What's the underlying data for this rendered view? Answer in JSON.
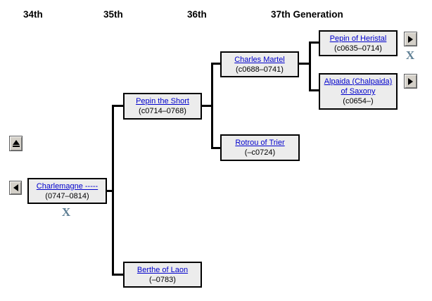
{
  "generation_headers": [
    {
      "label": "34th"
    },
    {
      "label": "35th"
    },
    {
      "label": "36th"
    },
    {
      "label": "37th Generation"
    }
  ],
  "people": [
    {
      "name": "Charlemagne -----",
      "dates": "(0747–0814)"
    },
    {
      "name": "Pepin the Short",
      "dates": "(c0714–0768)"
    },
    {
      "name": "Berthe of Laon",
      "dates": "(–0783)"
    },
    {
      "name": "Charles Martel",
      "dates": "(c0688–0741)"
    },
    {
      "name": "Rotrou of Trier",
      "dates": "(–c0724)"
    },
    {
      "name": "Pepin of Heristal",
      "dates": "(c0635–0714)"
    },
    {
      "name": "Alpaida (Chalpaida) of Saxony",
      "dates": "(c0654–)"
    }
  ],
  "markers": {
    "end_of_line_symbol": "X"
  },
  "controls": {
    "scroll_up": {
      "icon": "eject-up-icon"
    },
    "scroll_left": {
      "icon": "arrow-left-icon"
    },
    "expand_pepin_heristal": {
      "icon": "arrow-right-icon"
    },
    "expand_alpaida": {
      "icon": "arrow-right-icon"
    }
  },
  "colors": {
    "link": "#0000cc",
    "box_fill": "#ececec",
    "box_border": "#000000",
    "connector_line": "#000000",
    "x_marker": "#5e7f94",
    "button_face": "#d4d0c8"
  }
}
